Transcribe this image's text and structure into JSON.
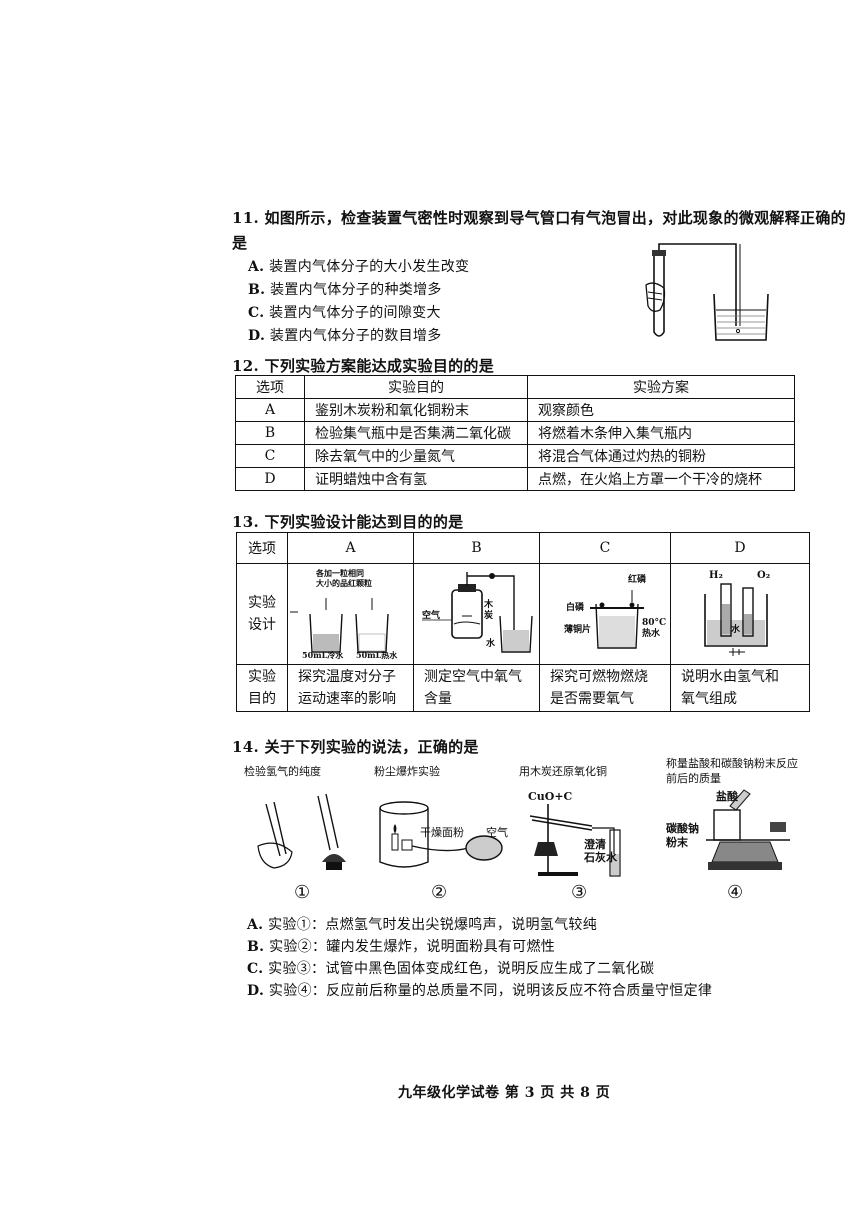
{
  "q11": {
    "stem_line1": "11. 如图所示，检查装置气密性时观察到导气管口有气泡冒出，对此现象的微观解释正确的",
    "stem_line2": "是",
    "options": [
      {
        "label": "A.",
        "text": "装置内气体分子的大小发生改变"
      },
      {
        "label": "B.",
        "text": "装置内气体分子的种类增多"
      },
      {
        "label": "C.",
        "text": "装置内气体分子的间隙变大"
      },
      {
        "label": "D.",
        "text": "装置内气体分子的数目增多"
      }
    ]
  },
  "q12": {
    "stem": "12. 下列实验方案能达成实验目的的是",
    "headers": [
      "选项",
      "实验目的",
      "实验方案"
    ],
    "rows": [
      [
        "A",
        "鉴别木炭粉和氧化铜粉末",
        "观察颜色"
      ],
      [
        "B",
        "检验集气瓶中是否集满二氧化碳",
        "将燃着木条伸入集气瓶内"
      ],
      [
        "C",
        "除去氧气中的少量氮气",
        "将混合气体通过灼热的铜粉"
      ],
      [
        "D",
        "证明蜡烛中含有氢",
        "点燃，在火焰上方罩一个干冷的烧杯"
      ]
    ]
  },
  "q13": {
    "stem": "13. 下列实验设计能达到目的的是",
    "header_label": "选项",
    "columns": [
      "A",
      "B",
      "C",
      "D"
    ],
    "design_label": [
      "实验",
      "设计"
    ],
    "purpose_label": [
      "实验",
      "目的"
    ],
    "purposes": [
      [
        "探究温度对分子",
        "运动速率的影响"
      ],
      [
        "测定空气中氧气",
        "含量"
      ],
      [
        "探究可燃物燃烧",
        "是否需要氧气"
      ],
      [
        "说明水由氢气和",
        "氧气组成"
      ]
    ],
    "fig_a": {
      "top": [
        "各加一粒相同",
        "大小的品红颗粒"
      ],
      "left": "50mL冷水",
      "right": "50mL热水"
    },
    "fig_b": {
      "air": "空气",
      "charcoal": [
        "木",
        "炭"
      ],
      "water": "水"
    },
    "fig_c": {
      "red_p": "红磷",
      "white_p": "白磷",
      "copper": "薄铜片",
      "temp": "80°C",
      "hot_water": "热水"
    },
    "fig_d": {
      "h2": "H₂",
      "o2": "O₂",
      "water": "水"
    }
  },
  "q14": {
    "stem": "14. 关于下列实验的说法，正确的是",
    "fig_captions": [
      "检验氢气的纯度",
      "粉尘爆炸实验",
      "用木炭还原氧化铜",
      "称量盐酸和碳酸钠粉末反应",
      "前后的质量"
    ],
    "fig_labels": {
      "flour": "干燥面粉",
      "air": "空气",
      "cuo_c": "CuO+C",
      "limewater": [
        "澄清",
        "石灰水"
      ],
      "hcl": "盐酸",
      "na2co3": [
        "碳酸钠",
        "粉末"
      ]
    },
    "fig_numbers": [
      "①",
      "②",
      "③",
      "④"
    ],
    "options": [
      {
        "label": "A.",
        "text": "实验①：点燃氢气时发出尖锐爆鸣声，说明氢气较纯"
      },
      {
        "label": "B.",
        "text": "实验②：罐内发生爆炸，说明面粉具有可燃性"
      },
      {
        "label": "C.",
        "text": "实验③：试管中黑色固体变成红色，说明反应生成了二氧化碳"
      },
      {
        "label": "D.",
        "text": "实验④：反应前后称量的总质量不同，说明该反应不符合质量守恒定律"
      }
    ]
  },
  "footer": {
    "text": "九年级化学试卷 第 3 页 共 8 页"
  }
}
